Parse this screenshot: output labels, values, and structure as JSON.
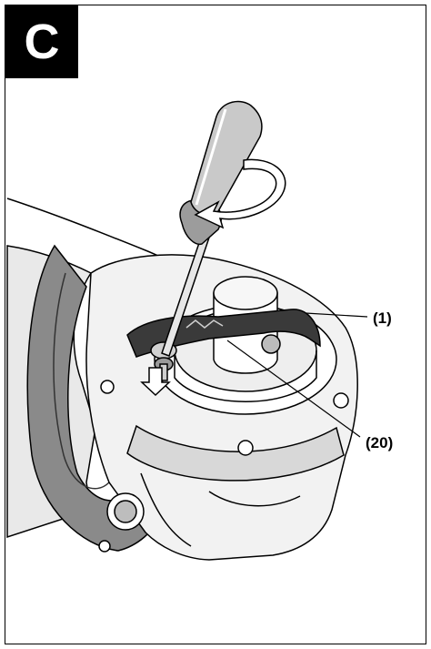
{
  "figure": {
    "letter": "C",
    "callouts": [
      {
        "id": "1",
        "label": "(1)"
      },
      {
        "id": "20",
        "label": "(20)"
      }
    ]
  }
}
